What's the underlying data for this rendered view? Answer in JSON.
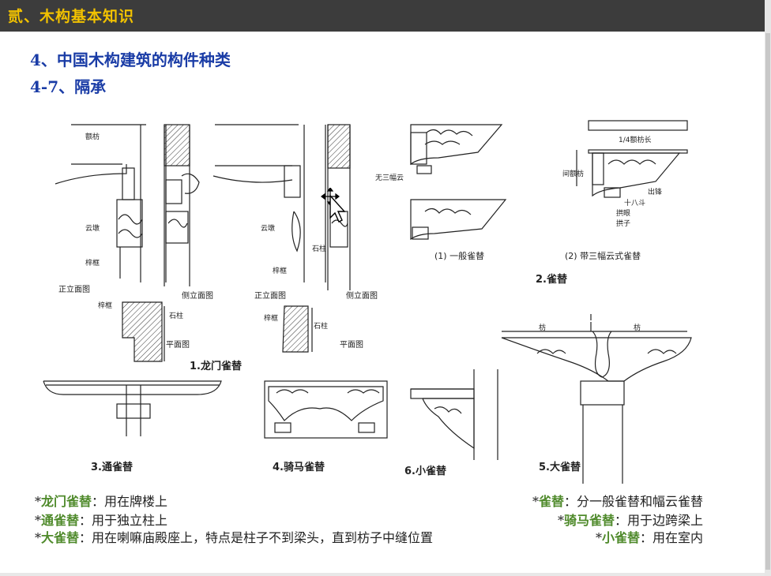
{
  "header": {
    "title": "贰、木构基本知识"
  },
  "headings": {
    "h1": "4、中国木构建筑的构件种类",
    "h2": "4-7、隔承"
  },
  "figure": {
    "labels": {
      "e_fang": "额枋",
      "yun_dun": "云墩",
      "zi_kuang": "梓框",
      "elevation": "正立面图",
      "side": "侧立面图",
      "plan": "平面图",
      "stone_col": "石柱",
      "wu_san_fu_yun": "无三幅云",
      "quarter_len": "1/4额枋长",
      "jian_fu_fang": "间额枋",
      "chu_feng": "出锋",
      "shi_ba_dou": "十八斗",
      "gong_yan": "拱眼",
      "gong_zi": "拱子",
      "fang": "枋"
    },
    "captions": {
      "general": "(1) 一般雀替",
      "three_cloud": "(2) 带三幅云式雀替",
      "c1": "1.龙门雀替",
      "c2": "2.雀替",
      "c3": "3.通雀替",
      "c4": "4.骑马雀替",
      "c5": "5.大雀替",
      "c6": "6.小雀替"
    }
  },
  "notes": [
    {
      "key": "龙门雀替",
      "sep": "：",
      "text": "用在牌楼上"
    },
    {
      "key": "通雀替",
      "sep": "：",
      "text": "用于独立柱上"
    },
    {
      "key": "大雀替",
      "sep": "：",
      "text": "用在喇嘛庙殿座上，特点是柱子不到梁头，直到枋子中缝位置"
    },
    {
      "key": "雀替",
      "sep": "：",
      "text": "分一般雀替和幅云雀替"
    },
    {
      "key": "骑马雀替",
      "sep": "：",
      "text": "用于边跨梁上"
    },
    {
      "key": "小雀替",
      "sep": "：",
      "text": "用在室内"
    }
  ]
}
